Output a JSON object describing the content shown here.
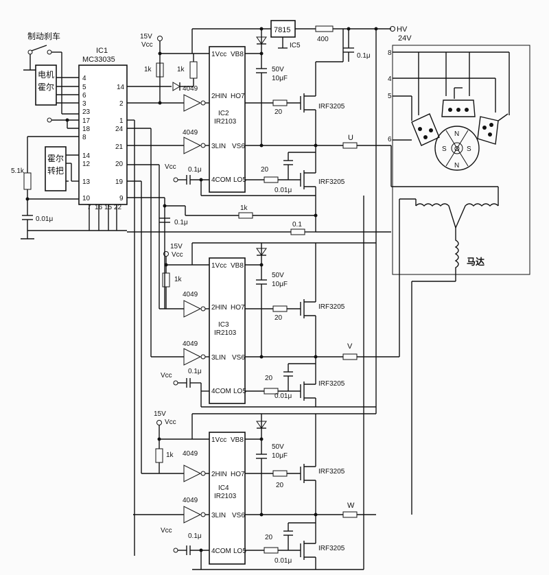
{
  "ic1": {
    "name": "IC1",
    "part": "MC33035",
    "pins_left": [
      "4",
      "5",
      "6",
      "3",
      "23",
      "17",
      "18",
      "8",
      "14",
      "12",
      "13",
      "10"
    ],
    "pins_right": [
      "14",
      "2",
      "1",
      "24",
      "21",
      "20",
      "19",
      "9"
    ],
    "pins_bottom": [
      "7",
      "16",
      "15",
      "22"
    ]
  },
  "brake_label": "制动刹车",
  "motor_hall_label": [
    "电机",
    "霍尔"
  ],
  "hall_handle_label": [
    "霍尔",
    "转把"
  ],
  "drivers": [
    {
      "ic_name": "IC2",
      "part": "IR2103",
      "pins": [
        "1Vcc",
        "VB8",
        "2HIN",
        "HO7",
        "3LIN",
        "VS6",
        "4COM",
        "LO5"
      ],
      "inverter_hin": "4049",
      "inverter_lin": "4049",
      "cap_label": [
        "50V",
        "10μF"
      ],
      "gate_res_high": "20",
      "gate_res_low": "20",
      "cap_low": "0.01μ",
      "mosfet_high": "IRF3205",
      "mosfet_low": "IRF3205",
      "phase": "U",
      "vcc_cap": "0.1μ"
    },
    {
      "ic_name": "IC3",
      "part": "IR2103",
      "pins": [
        "1Vcc",
        "VB8",
        "2HIN",
        "HO7",
        "3LIN",
        "VS6",
        "4COM",
        "LO5"
      ],
      "inverter_hin": "4049",
      "inverter_lin": "4049",
      "cap_label": [
        "50V",
        "10μF"
      ],
      "gate_res_high": "20",
      "gate_res_low": "20",
      "cap_low": "0.01μ",
      "mosfet_high": "IRF3205",
      "mosfet_low": "IRF3205",
      "phase": "V",
      "vcc_cap": "0.1μ"
    },
    {
      "ic_name": "IC4",
      "part": "IR2103",
      "pins": [
        "1Vcc",
        "VB8",
        "2HIN",
        "HO7",
        "3LIN",
        "VS6",
        "4COM",
        "LO5"
      ],
      "inverter_hin": "4049",
      "inverter_lin": "4049",
      "cap_label": [
        "50V",
        "10μF"
      ],
      "gate_res_high": "20",
      "gate_res_low": "20",
      "cap_low": "0.01μ",
      "mosfet_high": "IRF3205",
      "mosfet_low": "IRF3205",
      "phase": "W",
      "vcc_cap": "0.1μ"
    }
  ],
  "supply": {
    "v15": "15V",
    "vcc": "Vcc",
    "hv": "HV",
    "hv_voltage": "24V",
    "regulator": "7815",
    "regulator_name": "IC5",
    "res_hv": "400",
    "cap_hv": "0.1μ"
  },
  "passives": {
    "r_1k": "1k",
    "r_5k1": "5.1k",
    "cap_001": "0.01μ",
    "cap_01": "0.1μ",
    "r_sense_1k": "1k",
    "r_sense": "0.1"
  },
  "motor": {
    "label": "马达",
    "connector_pins": [
      "8",
      "4",
      "5",
      "6"
    ],
    "rotor_poles": [
      "N",
      "S",
      "O",
      "S",
      "N"
    ]
  }
}
